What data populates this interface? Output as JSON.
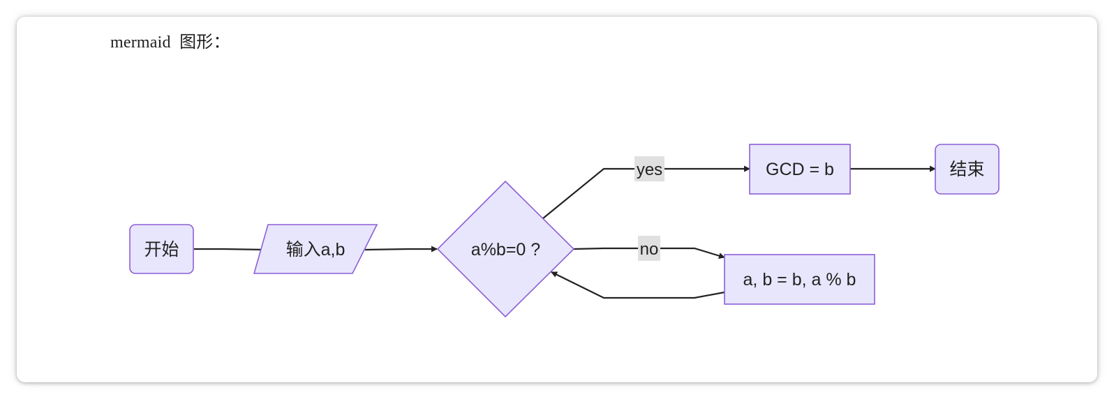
{
  "page": {
    "caption": "mermaid  图形："
  },
  "colors": {
    "node_fill": "#e8e6fc",
    "node_stroke": "#8b5ed6",
    "edge": "#222222",
    "edge_label_bg": "#e0e0e0"
  },
  "nodes": {
    "start": "开始",
    "input": "输入a,b",
    "decision": "a%b=0 ?",
    "gcd": "GCD = b",
    "end": "结束",
    "swap": "a, b = b, a % b"
  },
  "edges": {
    "yes_label": "yes",
    "no_label": "no"
  }
}
